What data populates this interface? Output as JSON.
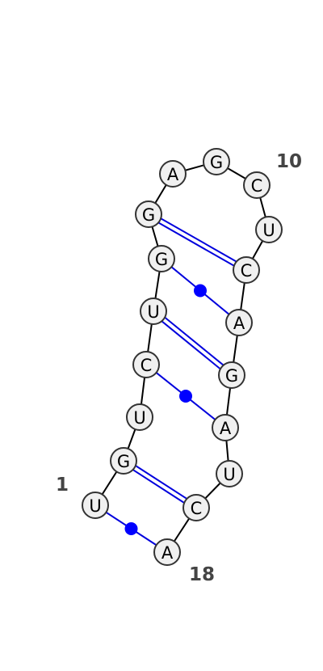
{
  "diagram": {
    "sequence": [
      "U",
      "G",
      "U",
      "C",
      "U",
      "G",
      "G",
      "A",
      "G",
      "C",
      "U",
      "C",
      "A",
      "G",
      "A",
      "U",
      "C",
      "A"
    ],
    "pairs": [
      {
        "i": 1,
        "j": 18,
        "type": "GU"
      },
      {
        "i": 2,
        "j": 17,
        "type": "WC"
      },
      {
        "i": 4,
        "j": 15,
        "type": "GU"
      },
      {
        "i": 5,
        "j": 14,
        "type": "WC"
      },
      {
        "i": 6,
        "j": 13,
        "type": "GU"
      },
      {
        "i": 7,
        "j": 12,
        "type": "WC"
      }
    ],
    "number_labels": [
      {
        "index": 1,
        "text": "1"
      },
      {
        "index": 10,
        "text": "10"
      },
      {
        "index": 18,
        "text": "18"
      }
    ]
  }
}
